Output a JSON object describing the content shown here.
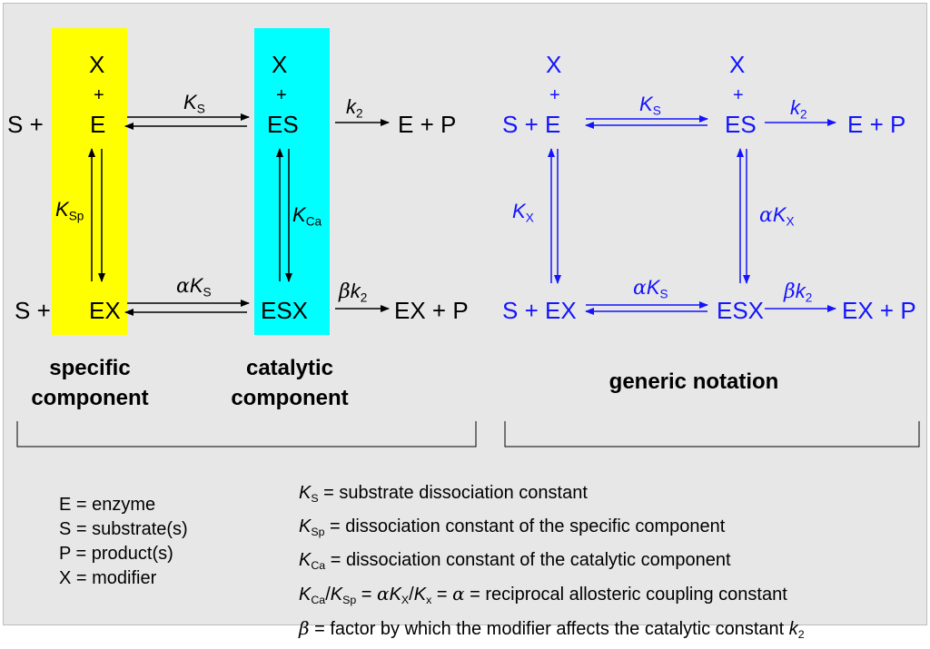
{
  "colors": {
    "background": "#e7e7e7",
    "specific_box": "#ffff00",
    "catalytic_box": "#00ffff",
    "generic": "#1414ff"
  },
  "left_scheme": {
    "X_top_a": "X",
    "plus_a": "+",
    "S_plus_top": "S +",
    "E": "E",
    "X_top_b": "X",
    "plus_b": "+",
    "ES": "ES",
    "E_plus_P": "E + P",
    "S_plus_bottom": "S +",
    "EX": "EX",
    "ESX": "ESX",
    "EX_plus_P": "EX + P",
    "KS": "K",
    "KS_sub": "S",
    "k2": "k",
    "k2_sub": "2",
    "KSp": "K",
    "KSp_sub": "Sp",
    "KCa": "K",
    "KCa_sub": "Ca",
    "alpha": "α",
    "aKS": "K",
    "aKS_sub": "S",
    "beta": "β",
    "bk2": "k",
    "bk2_sub": "2"
  },
  "right_scheme": {
    "X_a": "X",
    "plus_a": "+",
    "S_plus_E": "S + E",
    "X_b": "X",
    "plus_b": "+",
    "ES": "ES",
    "E_plus_P": "E + P",
    "S_plus_EX": "S + EX",
    "ESX": "ESX",
    "EX_plus_P": "EX + P",
    "KS": "K",
    "KS_sub": "S",
    "k2": "k",
    "k2_sub": "2",
    "KX": "K",
    "KX_sub": "X",
    "alpha_x": "α",
    "aKX": "K",
    "aKX_sub": "X",
    "alpha_s": "α",
    "aKS": "K",
    "aKS_sub": "S",
    "beta": "β",
    "bk2": "k",
    "bk2_sub": "2"
  },
  "labels": {
    "specific_l1": "specific",
    "specific_l2": "component",
    "catalytic_l1": "catalytic",
    "catalytic_l2": "component",
    "generic": "generic notation"
  },
  "legend_left": [
    "E = enzyme",
    "S = substrate(s)",
    "P = product(s)",
    "X = modifier"
  ],
  "legend_right": {
    "l1_K": "K",
    "l1_sub": "S",
    "l1_rest": " = substrate dissociation constant",
    "l2_K": "K",
    "l2_sub": "Sp",
    "l2_rest": " = dissociation constant of the specific component",
    "l3_K": "K",
    "l3_sub": "Ca",
    "l3_rest": " = dissociation constant of the catalytic component",
    "l4_K1": "K",
    "l4_sub1": "Ca",
    "l4_slash1": "/",
    "l4_K2": "K",
    "l4_sub2": "Sp",
    "l4_eq1": " = ",
    "l4_alpha1": "α",
    "l4_K3": "K",
    "l4_sub3": "X",
    "l4_slash2": "/",
    "l4_K4": "K",
    "l4_sub4": "x",
    "l4_eq2": " = ",
    "l4_alpha2": "α",
    "l4_rest": " = reciprocal allosteric coupling constant",
    "l5_beta": "β",
    "l5_rest": " = factor by which the modifier affects the catalytic constant ",
    "l5_k": "k",
    "l5_sub": "2"
  }
}
